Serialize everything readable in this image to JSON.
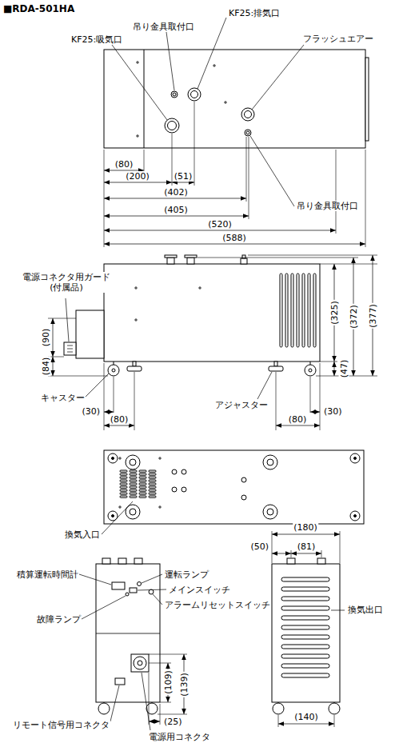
{
  "diagram": {
    "title": "■RDA-501HA",
    "labels": [
      "KF25:排気口",
      "吊り金具取付口",
      "KF25:吸気口",
      "フラッシュエアー",
      "(80)",
      "(200)",
      "(51)",
      "(402)",
      "(405)",
      "(520)",
      "(588)",
      "吊り金具取付口",
      "電源コネクタ用ガード (付属品)",
      "(90)",
      "(84)",
      "キャスター",
      "(30)",
      "(80)",
      "アジャスター",
      "(80)",
      "(30)",
      "(325)",
      "(372)",
      "(377)",
      "(47)",
      "換気入口",
      "積算運転時間計",
      "運転ランプ",
      "メインスイッチ",
      "アラームリセットスイッチ",
      "故障ランプ",
      "(109)",
      "(139)",
      "(25)",
      "リモート信号用コネクタ",
      "電源用コネクタ",
      "(180)",
      "(50)",
      "(81)",
      "換気出口",
      "(140)"
    ]
  }
}
